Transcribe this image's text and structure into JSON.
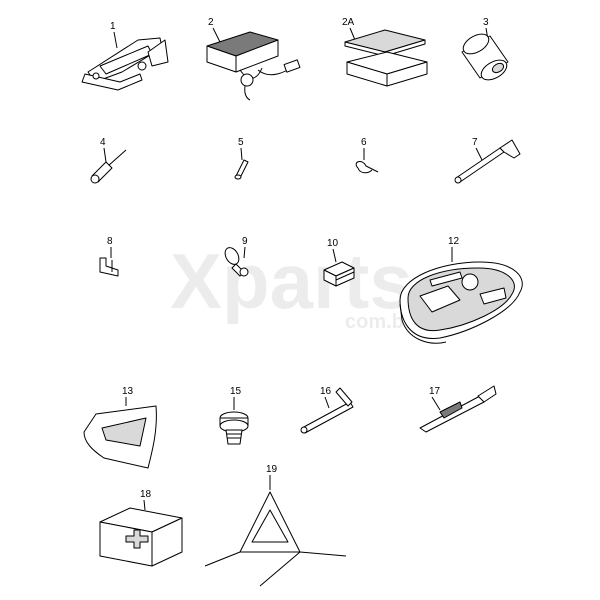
{
  "watermark": {
    "main": "Xparts",
    "sub": "com.br"
  },
  "parts": [
    {
      "id": "part-1",
      "label": "1"
    },
    {
      "id": "part-2",
      "label": "2"
    },
    {
      "id": "part-2a",
      "label": "2A"
    },
    {
      "id": "part-3",
      "label": "3"
    },
    {
      "id": "part-4",
      "label": "4"
    },
    {
      "id": "part-5",
      "label": "5"
    },
    {
      "id": "part-6",
      "label": "6"
    },
    {
      "id": "part-7",
      "label": "7"
    },
    {
      "id": "part-8",
      "label": "8"
    },
    {
      "id": "part-9",
      "label": "9"
    },
    {
      "id": "part-10",
      "label": "10"
    },
    {
      "id": "part-12",
      "label": "12"
    },
    {
      "id": "part-13",
      "label": "13"
    },
    {
      "id": "part-15",
      "label": "15"
    },
    {
      "id": "part-16",
      "label": "16"
    },
    {
      "id": "part-17",
      "label": "17"
    },
    {
      "id": "part-18",
      "label": "18"
    },
    {
      "id": "part-19",
      "label": "19"
    }
  ]
}
